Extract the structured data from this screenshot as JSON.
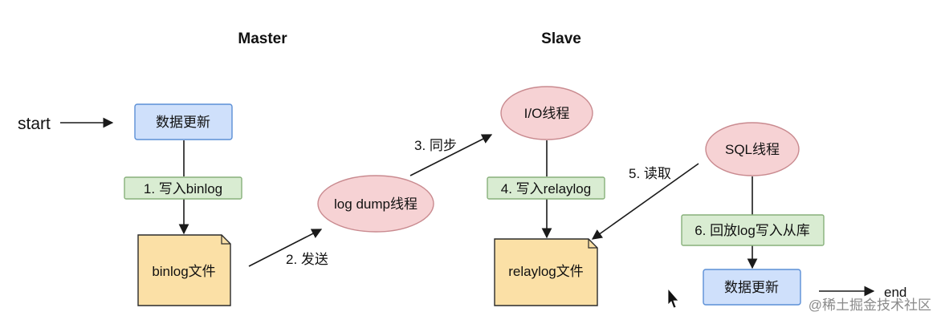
{
  "headings": {
    "master": "Master",
    "slave": "Slave"
  },
  "nodes": {
    "start": "start",
    "data_update_master": "数据更新",
    "write_binlog": "1. 写入binlog",
    "binlog_file": "binlog文件",
    "send": "2. 发送",
    "log_dump_thread": "log dump线程",
    "sync": "3. 同步",
    "io_thread": "I/O线程",
    "write_relaylog": "4. 写入relaylog",
    "relaylog_file": "relaylog文件",
    "read": "5. 读取",
    "sql_thread": "SQL线程",
    "replay": "6. 回放log写入从库",
    "data_update_slave": "数据更新",
    "end": "end"
  },
  "watermark": "@稀土掘金技术社区",
  "colors": {
    "process_fill": "#cfe0fb",
    "process_stroke": "#5b8fd6",
    "step_fill": "#d9ecd2",
    "step_stroke": "#87b07a",
    "thread_fill": "#f6d2d4",
    "thread_stroke": "#c98a8f",
    "file_fill": "#fbe0a6",
    "file_stroke": "#2a2a2a"
  }
}
